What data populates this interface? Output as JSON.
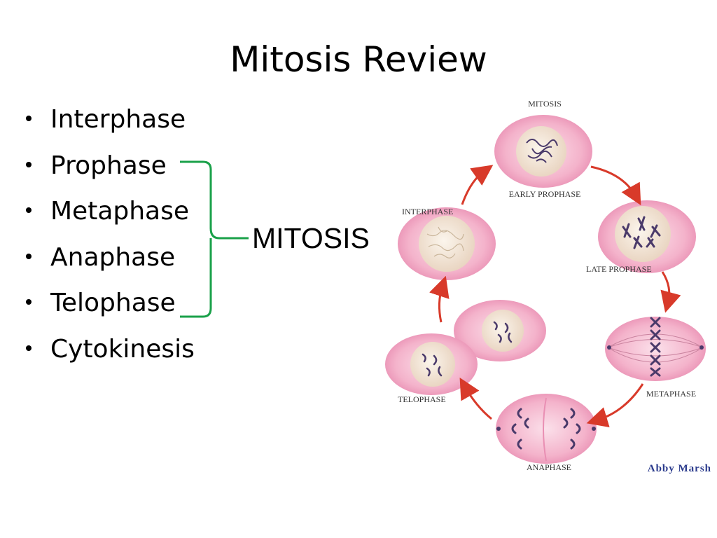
{
  "slide": {
    "title": "Mitosis Review",
    "bullets": [
      "Interphase",
      "Prophase",
      "Metaphase",
      "Anaphase",
      "Telophase",
      "Cytokinesis"
    ],
    "group_label": "MITOSIS"
  },
  "diagram": {
    "heading": "MITOSIS",
    "stages": {
      "early_prophase": "EARLY PROPHASE",
      "late_prophase": "LATE PROPHASE",
      "metaphase": "METAPHASE",
      "anaphase": "ANAPHASE",
      "telophase": "TELOPHASE",
      "interphase": "INTERPHASE"
    },
    "credit": "Abby Marsh"
  },
  "colors": {
    "brace": "#1aa14a",
    "cell_membrane": "#f2a7c4",
    "nucleus": "#f3e6d6",
    "chromosome": "#4a3a6a",
    "arrow": "#d83a2a"
  }
}
